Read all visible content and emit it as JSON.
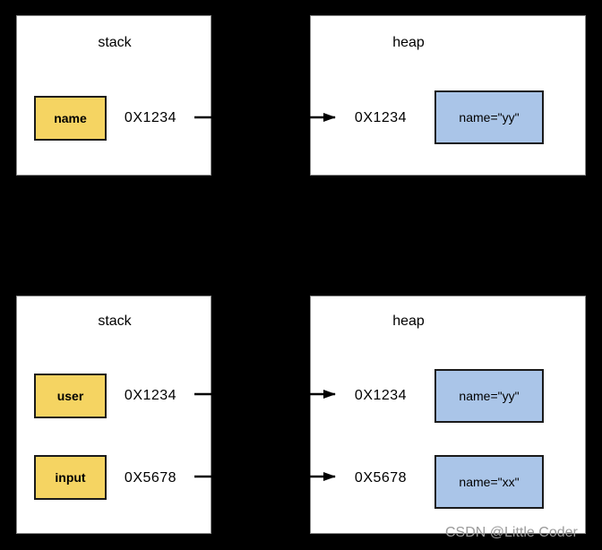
{
  "colors": {
    "background": "#000000",
    "panel_fill": "#ffffff",
    "panel_border": "#8a8a8a",
    "stack_box_fill": "#f5d462",
    "heap_box_fill": "#aac5e8",
    "box_border": "#1a1a1a",
    "text": "#000000",
    "arrow": "#000000",
    "watermark": "#9a9a9a"
  },
  "watermark_text": "CSDN @Little Coder",
  "diagrams": [
    {
      "stack": {
        "title": "stack",
        "entries": [
          {
            "var": "name",
            "address": "0X1234"
          }
        ]
      },
      "heap": {
        "title": "heap",
        "entries": [
          {
            "address": "0X1234",
            "object": "name=\"yy\""
          }
        ]
      }
    },
    {
      "stack": {
        "title": "stack",
        "entries": [
          {
            "var": "user",
            "address": "0X1234"
          },
          {
            "var": "input",
            "address": "0X5678"
          }
        ]
      },
      "heap": {
        "title": "heap",
        "entries": [
          {
            "address": "0X1234",
            "object": "name=\"yy\""
          },
          {
            "address": "0X5678",
            "object": "name=\"xx\""
          }
        ]
      }
    }
  ]
}
